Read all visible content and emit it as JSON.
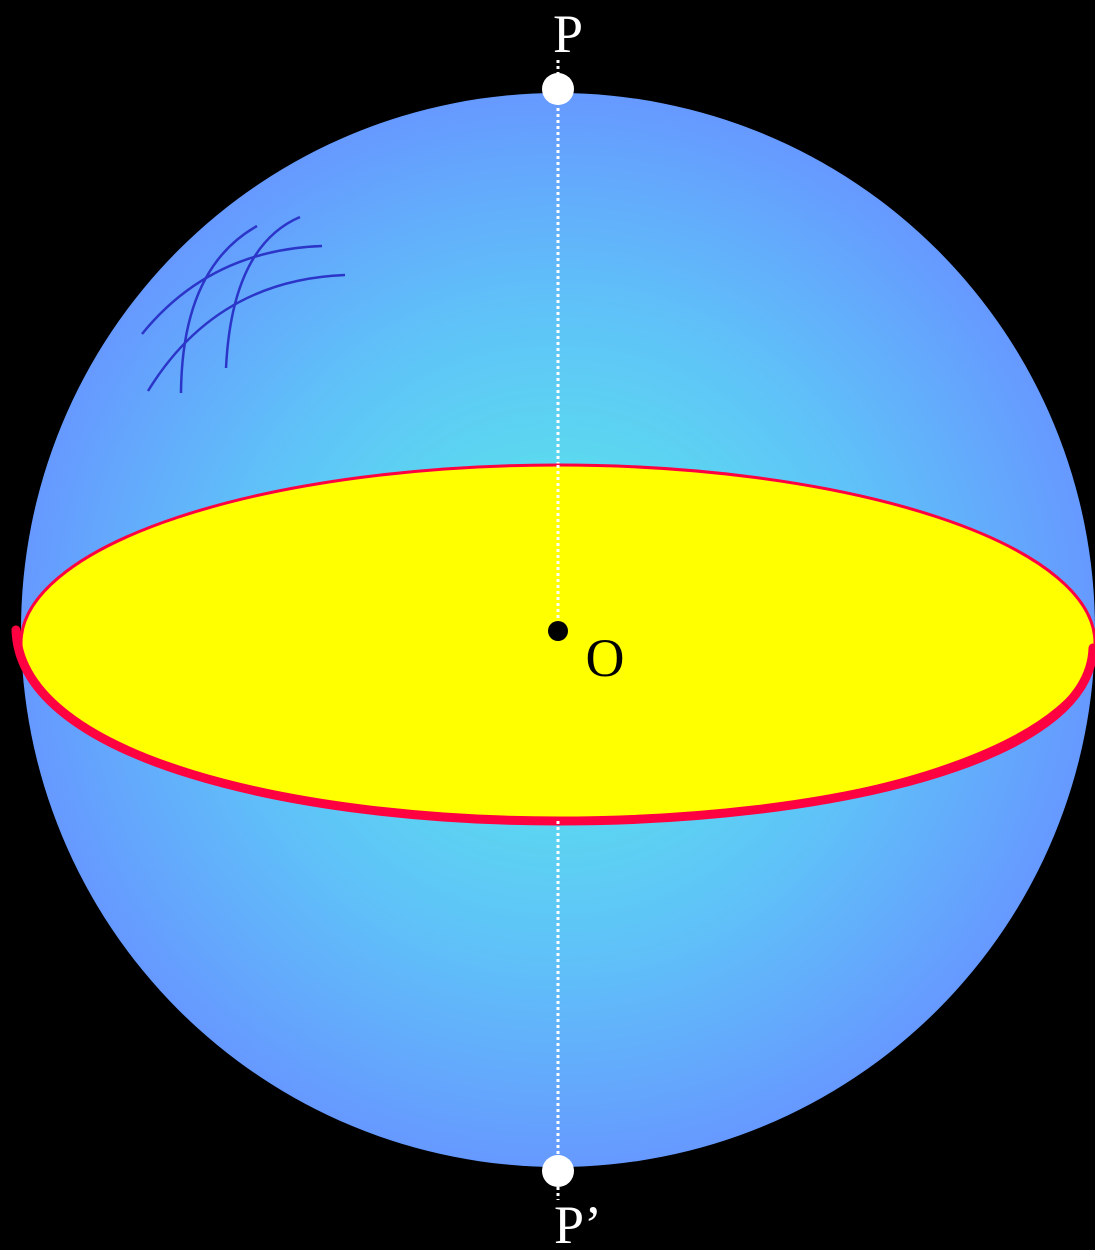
{
  "diagram": {
    "labels": {
      "north_pole": "P",
      "south_pole": "P’",
      "center": "O"
    },
    "colors": {
      "background": "#000000",
      "sphere_center": "#58F0E6",
      "sphere_edge": "#6699FF",
      "equatorial_disk": "#FFFF00",
      "equator": "#FF0040",
      "axis": "#FFFFFF",
      "hatch": "#2B35C8"
    }
  }
}
